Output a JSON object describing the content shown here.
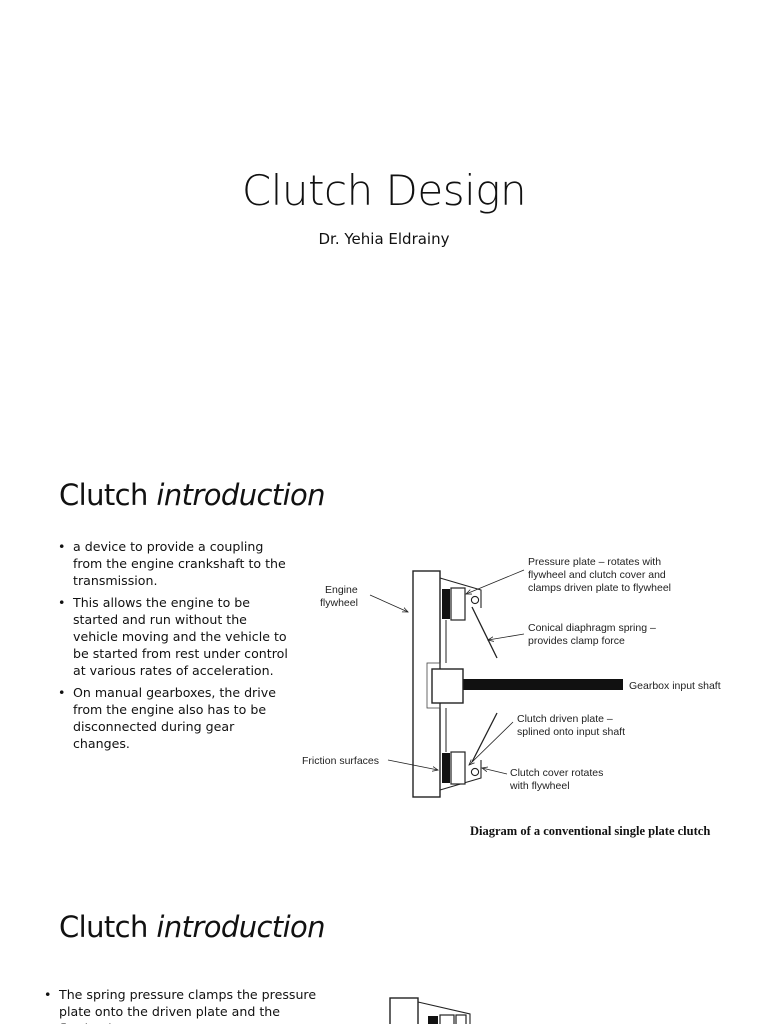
{
  "slide1": {
    "title": "Clutch Design",
    "author": "Dr. Yehia Eldrainy"
  },
  "slide2": {
    "title_plain": "Clutch ",
    "title_italic": "introduction",
    "bullets": [
      "a device to provide a coupling from the engine crankshaft to the transmission.",
      "This allows the engine to be started and run without the vehicle moving and the vehicle to be started from rest under control at various rates of acceleration.",
      "On manual gearboxes, the drive from the engine also has to be disconnected during gear changes."
    ],
    "diagram": {
      "labels": {
        "engine_flywheel_1": "Engine",
        "engine_flywheel_2": "flywheel",
        "pressure_plate_1": "Pressure plate – rotates with",
        "pressure_plate_2": "flywheel and clutch cover and",
        "pressure_plate_3": "clamps driven plate to flywheel",
        "spring_1": "Conical diaphragm spring –",
        "spring_2": "provides clamp force",
        "input_shaft": "Gearbox input shaft",
        "driven_plate_1": "Clutch driven plate –",
        "driven_plate_2": "splined onto input shaft",
        "friction_surfaces": "Friction surfaces",
        "cover_1": "Clutch cover rotates",
        "cover_2": "with flywheel"
      },
      "caption": "Diagram of a conventional single plate clutch"
    }
  },
  "slide3": {
    "title_plain": "Clutch ",
    "title_italic": "introduction",
    "bullets": [
      "The spring pressure clamps the pressure plate onto the driven plate and the flywheel."
    ]
  }
}
